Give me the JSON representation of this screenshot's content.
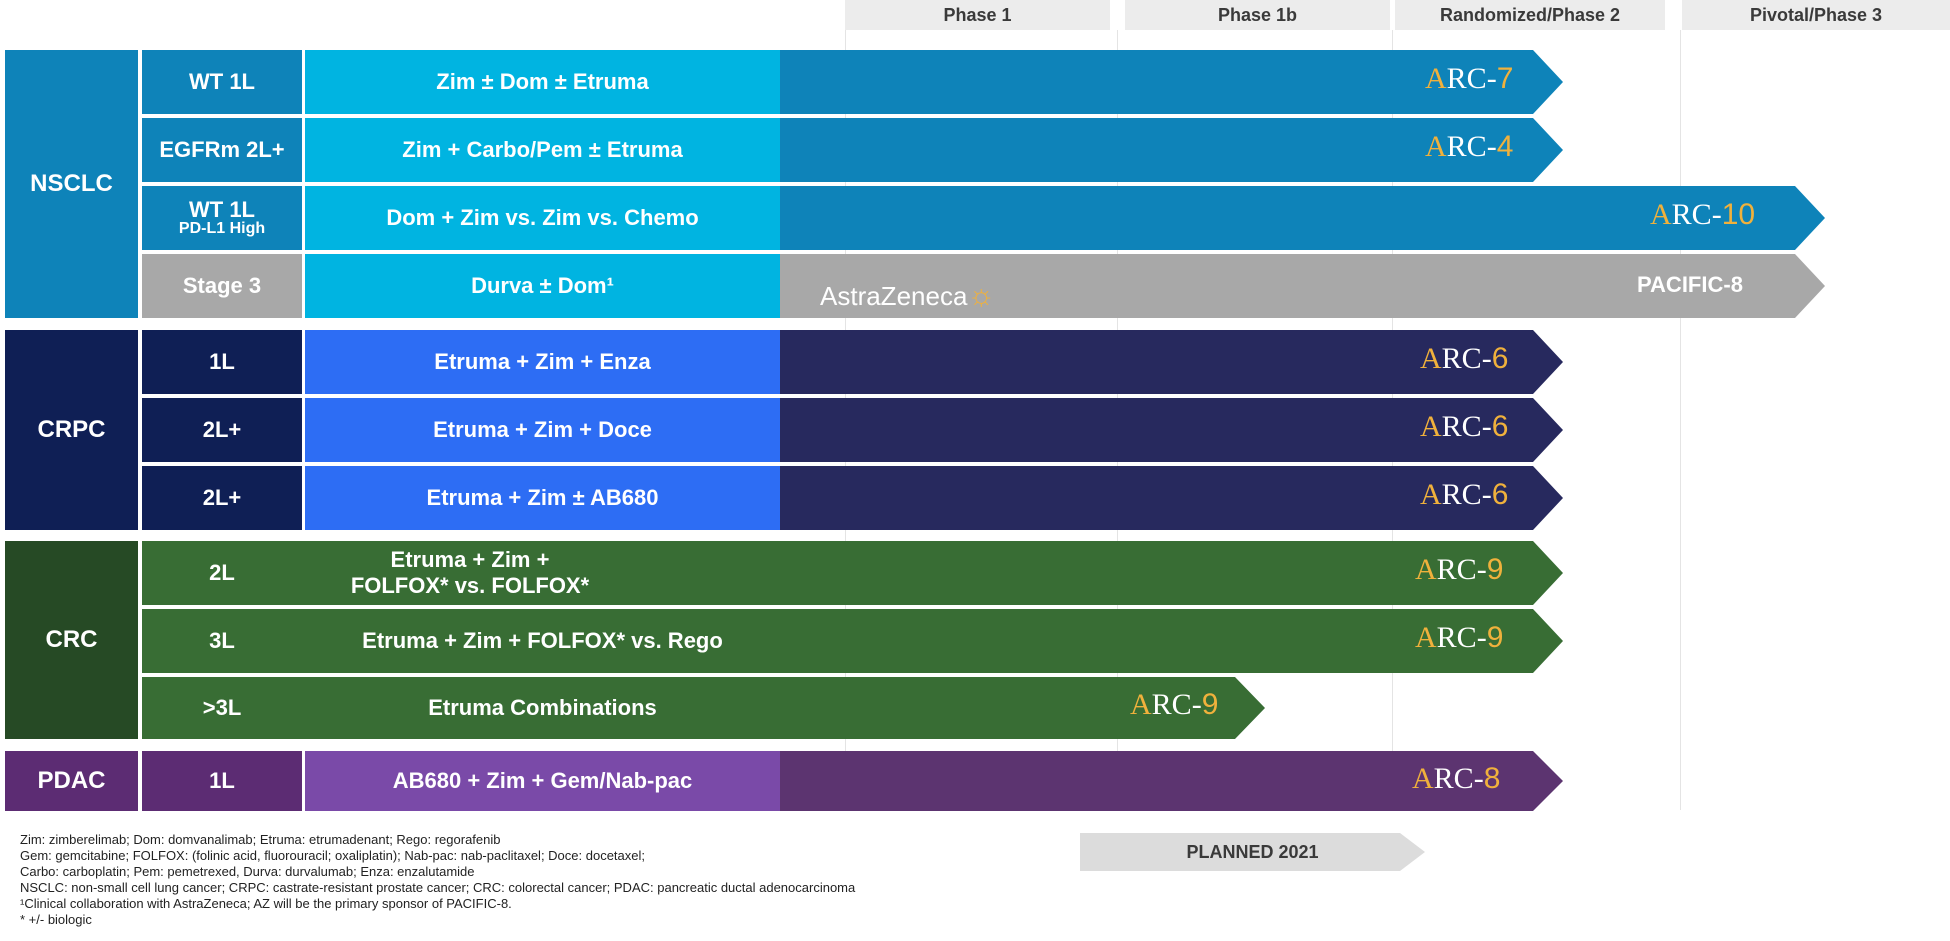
{
  "phases": [
    "Phase 1",
    "Phase 1b",
    "Randomized/Phase 2",
    "Pivotal/Phase 3"
  ],
  "groups": [
    {
      "indication": "NSCLC",
      "color": "#0e83b9"
    },
    {
      "indication": "CRPC",
      "color": "#0f1f55"
    },
    {
      "indication": "CRC",
      "color": "#264a25"
    },
    {
      "indication": "PDAC",
      "color": "#5c2c73"
    }
  ],
  "rows": [
    {
      "line": "WT 1L",
      "line_sub": "",
      "regimen": "Zim ± Dom ± Etruma",
      "trial": "RC-",
      "trial_prefix": "A",
      "trial_num": "7"
    },
    {
      "line": "EGFRm 2L+",
      "line_sub": "",
      "regimen": "Zim + Carbo/Pem ± Etruma",
      "trial": "RC-",
      "trial_prefix": "A",
      "trial_num": "4"
    },
    {
      "line": "WT 1L",
      "line_sub": "PD-L1 High",
      "regimen": "Dom + Zim vs. Zim vs. Chemo",
      "trial": "RC-",
      "trial_prefix": "A",
      "trial_num": "10"
    },
    {
      "line": "Stage 3",
      "line_sub": "",
      "regimen": "Durva ± Dom¹",
      "partner": "AstraZeneca",
      "trial_label": "PACIFIC-8"
    },
    {
      "line": "1L",
      "line_sub": "",
      "regimen": "Etruma + Zim + Enza",
      "trial": "RC-",
      "trial_prefix": "A",
      "trial_num": "6"
    },
    {
      "line": "2L+",
      "line_sub": "",
      "regimen": "Etruma + Zim + Doce",
      "trial": "RC-",
      "trial_prefix": "A",
      "trial_num": "6"
    },
    {
      "line": "2L+",
      "line_sub": "",
      "regimen": "Etruma + Zim ± AB680",
      "trial": "RC-",
      "trial_prefix": "A",
      "trial_num": "6"
    },
    {
      "line": "2L",
      "line_sub": "",
      "regimen": "Etruma + Zim + FOLFOX* vs. FOLFOX*",
      "trial": "RC-",
      "trial_prefix": "A",
      "trial_num": "9"
    },
    {
      "line": "3L",
      "line_sub": "",
      "regimen": "Etruma + Zim + FOLFOX* vs. Rego",
      "trial": "RC-",
      "trial_prefix": "A",
      "trial_num": "9"
    },
    {
      "line": ">3L",
      "line_sub": "",
      "regimen": "Etruma Combinations",
      "trial": "RC-",
      "trial_prefix": "A",
      "trial_num": "9"
    },
    {
      "line": "1L",
      "line_sub": "",
      "regimen": "AB680 + Zim + Gem/Nab-pac",
      "trial": "RC-",
      "trial_prefix": "A",
      "trial_num": "8"
    }
  ],
  "legend": {
    "planned": "PLANNED 2021"
  },
  "footnotes": [
    "Zim: zimberelimab; Dom: domvanalimab; Etruma: etrumadenant; Rego: regorafenib",
    "Gem: gemcitabine; FOLFOX: (folinic acid, fluorouracil; oxaliplatin); Nab-pac: nab-paclitaxel; Doce: docetaxel;",
    "Carbo: carboplatin; Pem: pemetrexed, Durva: durvalumab; Enza: enzalutamide",
    "NSCLC: non-small cell lung cancer; CRPC: castrate-resistant prostate cancer; CRC: colorectal cancer; PDAC: pancreatic ductal adenocarcinoma",
    "¹Clinical collaboration with AstraZeneca; AZ will be the primary sponsor of PACIFIC-8.",
    "* +/- biologic"
  ]
}
